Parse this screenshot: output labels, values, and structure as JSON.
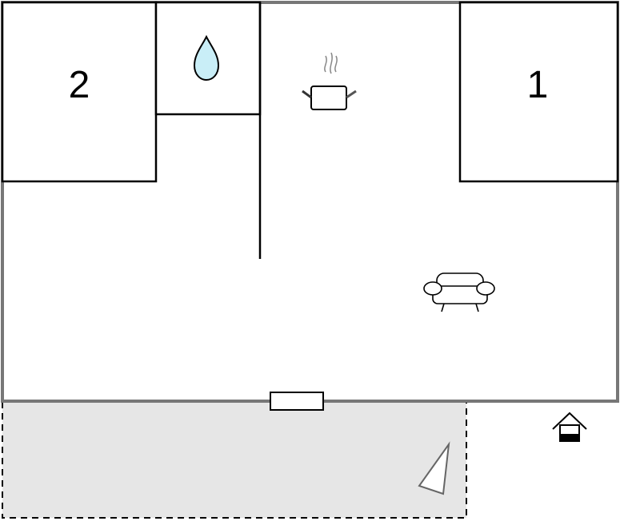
{
  "floorplan": {
    "rooms": [
      {
        "id": "bedroom-2",
        "label": "2"
      },
      {
        "id": "bedroom-1",
        "label": "1"
      }
    ],
    "icons": {
      "bathroom": "water-drop-icon",
      "kitchen": "cooking-pot-icon",
      "living": "sofa-icon",
      "entrance": "house-entrance-icon",
      "terrace": "triangle-marker-icon"
    },
    "colors": {
      "outer_wall": "#777777",
      "inner_wall": "#000000",
      "terrace_fill": "#e6e6e6",
      "water": "#c9eef7"
    }
  }
}
